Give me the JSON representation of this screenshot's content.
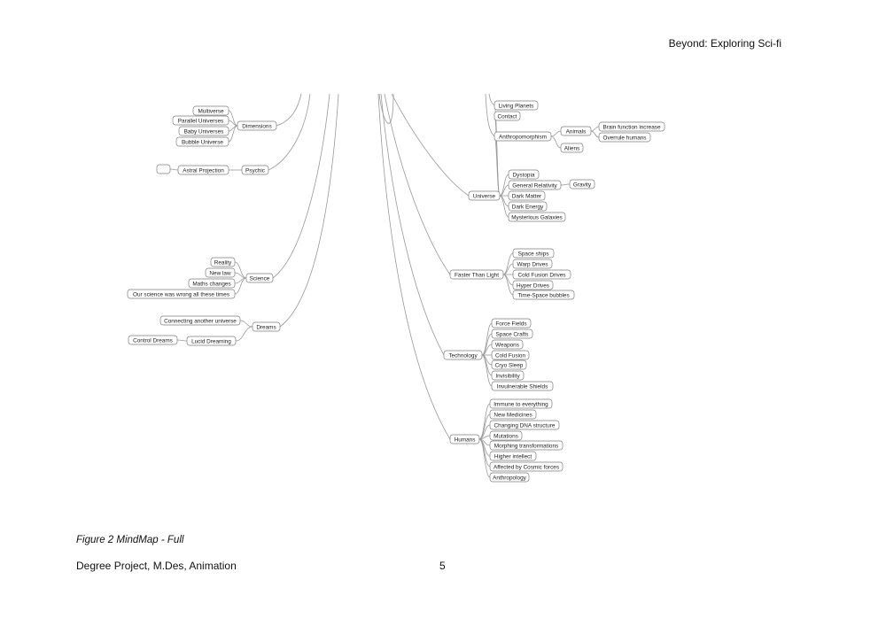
{
  "header": {
    "title": "Beyond: Exploring Sci-fi"
  },
  "caption": "Figure 2 MindMap - Full",
  "footer": {
    "left": "Degree Project, M.Des, Animation",
    "page": "5"
  },
  "mindmap": {
    "nodes": {
      "multiverse": "Multiverse",
      "parallel": "Parallel Universes",
      "baby": "Baby Universes",
      "bubble": "Bubble Universe",
      "dimensions": "Dimensions",
      "blank": "",
      "astral": "Astral Projection",
      "psychic": "Psychic",
      "reality": "Reality",
      "newlaw": "New law",
      "maths": "Maths changes",
      "wrong": "Our science was wrong all these times",
      "science": "Science",
      "connecting": "Connecting another universe",
      "dreams": "Dreams",
      "control": "Control Dreams",
      "lucid": "Lucid Dreaming",
      "living": "Living Planets",
      "contact": "Contact",
      "anthro": "Anthropomorphism",
      "animals": "Animals",
      "brain": "Brain function increase",
      "overrule": "Overrule humans",
      "aliens": "Aliens",
      "dystopia": "Dystopia",
      "relativity": "General Relativity",
      "gravity": "Gravity",
      "darkmatter": "Dark Matter",
      "darkenergy": "Dark Energy",
      "galaxies": "Mysterious Galaxies",
      "universe": "Universe",
      "spaceships": "Space ships",
      "warp": "Warp Drives",
      "coldfusiondrives": "Cold Fusion Drives",
      "hyper": "Hyper Drives",
      "timespace": "Time-Space bubbles",
      "ftl": "Faster Than Light",
      "forcefields": "Force Fields",
      "spacecrafts": "Space Crafts",
      "weapons": "Weapons",
      "coldfusion": "Cold Fusion",
      "cryo": "Cryo Sleep",
      "invisibility": "Invisibility",
      "shields": "Invulnerable Shields",
      "technology": "Technology",
      "immune": "Immune to everything",
      "medicines": "New Medicines",
      "dna": "Changing DNA structure",
      "mutations": "Mutations",
      "morphing": "Morphing transformations",
      "intellect": "Higher intellect",
      "cosmic": "Affected by Cosmic forces",
      "anthropology": "Anthropology",
      "humans": "Humans"
    },
    "edges": [
      [
        "multiverse",
        "dimensions"
      ],
      [
        "parallel",
        "dimensions"
      ],
      [
        "baby",
        "dimensions"
      ],
      [
        "bubble",
        "dimensions"
      ],
      [
        "blank",
        "astral"
      ],
      [
        "astral",
        "psychic"
      ],
      [
        "reality",
        "science"
      ],
      [
        "newlaw",
        "science"
      ],
      [
        "maths",
        "science"
      ],
      [
        "wrong",
        "science"
      ],
      [
        "connecting",
        "dreams"
      ],
      [
        "lucid",
        "dreams"
      ],
      [
        "control",
        "lucid"
      ],
      [
        "living",
        "universe"
      ],
      [
        "contact",
        "universe"
      ],
      [
        "anthro",
        "universe"
      ],
      [
        "anthro",
        "animals"
      ],
      [
        "anthro",
        "aliens"
      ],
      [
        "animals",
        "brain"
      ],
      [
        "animals",
        "overrule"
      ],
      [
        "universe",
        "dystopia"
      ],
      [
        "universe",
        "relativity"
      ],
      [
        "universe",
        "darkmatter"
      ],
      [
        "universe",
        "darkenergy"
      ],
      [
        "universe",
        "galaxies"
      ],
      [
        "relativity",
        "gravity"
      ],
      [
        "ftl",
        "spaceships"
      ],
      [
        "ftl",
        "warp"
      ],
      [
        "ftl",
        "coldfusiondrives"
      ],
      [
        "ftl",
        "hyper"
      ],
      [
        "ftl",
        "timespace"
      ],
      [
        "technology",
        "forcefields"
      ],
      [
        "technology",
        "spacecrafts"
      ],
      [
        "technology",
        "weapons"
      ],
      [
        "technology",
        "coldfusion"
      ],
      [
        "technology",
        "cryo"
      ],
      [
        "technology",
        "invisibility"
      ],
      [
        "technology",
        "shields"
      ],
      [
        "humans",
        "immune"
      ],
      [
        "humans",
        "medicines"
      ],
      [
        "humans",
        "dna"
      ],
      [
        "humans",
        "mutations"
      ],
      [
        "humans",
        "morphing"
      ],
      [
        "humans",
        "intellect"
      ],
      [
        "humans",
        "cosmic"
      ],
      [
        "humans",
        "anthropology"
      ]
    ]
  }
}
